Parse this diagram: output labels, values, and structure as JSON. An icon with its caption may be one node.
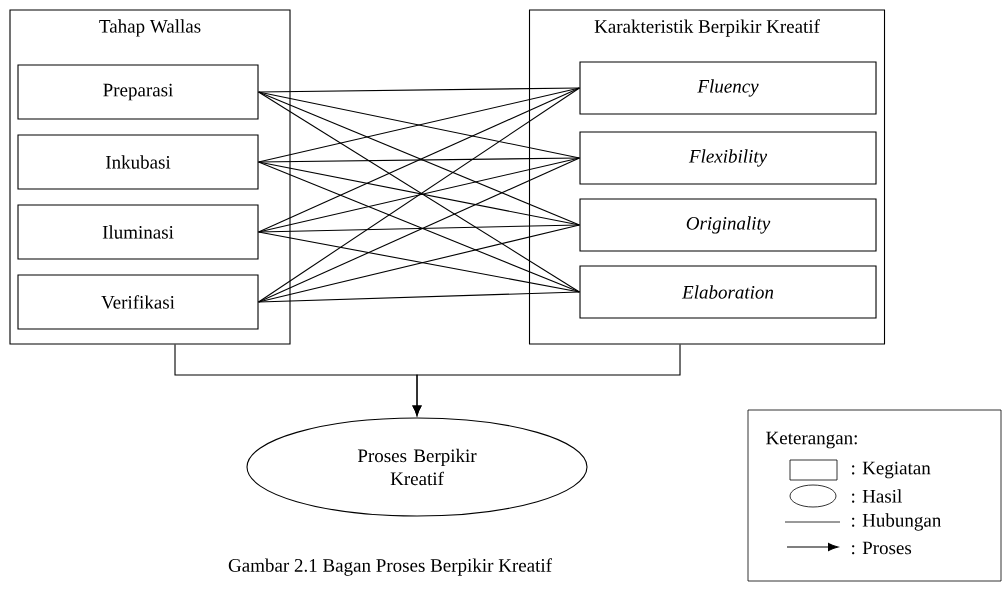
{
  "diagram": {
    "caption": "Gambar 2.1 Bagan Proses Berpikir Kreatif",
    "nodes": [
      {
        "text": [
          "Tahap Wallas"
        ]
      },
      {
        "text": [
          "Preparasi"
        ],
        "in": 0
      },
      {
        "text": [
          "Inkubasi"
        ],
        "in": 0
      },
      {
        "text": [
          "Iluminasi"
        ],
        "in": 0
      },
      {
        "text": [
          "Verifikasi"
        ],
        "in": 0
      },
      {
        "text": [
          "Karakteristik Berpikir Kreatif"
        ]
      },
      {
        "text": [
          "Fluency"
        ],
        "in": 5
      },
      {
        "text": [
          "Flexibility"
        ],
        "in": 5
      },
      {
        "text": [
          "Originality"
        ],
        "in": 5
      },
      {
        "text": [
          "Elaboration"
        ],
        "in": 5
      },
      {
        "text": [
          "Proses Berpikir Kreatif"
        ]
      }
    ],
    "edges": [
      {
        "from": 1,
        "to": 6,
        "arrow": "none"
      },
      {
        "from": 1,
        "to": 7,
        "arrow": "none"
      },
      {
        "from": 1,
        "to": 8,
        "arrow": "none"
      },
      {
        "from": 1,
        "to": 9,
        "arrow": "none"
      },
      {
        "from": 2,
        "to": 6,
        "arrow": "none"
      },
      {
        "from": 2,
        "to": 7,
        "arrow": "none"
      },
      {
        "from": 2,
        "to": 8,
        "arrow": "none"
      },
      {
        "from": 2,
        "to": 9,
        "arrow": "none"
      },
      {
        "from": 3,
        "to": 6,
        "arrow": "none"
      },
      {
        "from": 3,
        "to": 7,
        "arrow": "none"
      },
      {
        "from": 3,
        "to": 8,
        "arrow": "none"
      },
      {
        "from": 3,
        "to": 9,
        "arrow": "none"
      },
      {
        "from": 4,
        "to": 6,
        "arrow": "none"
      },
      {
        "from": 4,
        "to": 7,
        "arrow": "none"
      },
      {
        "from": 4,
        "to": 8,
        "arrow": "none"
      },
      {
        "from": 4,
        "to": 9,
        "arrow": "none"
      },
      {
        "from": 0,
        "to": 10,
        "arrow": "to"
      },
      {
        "from": 5,
        "to": 10,
        "arrow": "to"
      }
    ],
    "labels": [
      "Keterangan:"
    ],
    "legend": [
      {
        "text": ": Kegiatan"
      },
      {
        "text": ": Hasil"
      },
      {
        "text": ": Hubungan"
      },
      {
        "text": ": Proses"
      }
    ]
  }
}
